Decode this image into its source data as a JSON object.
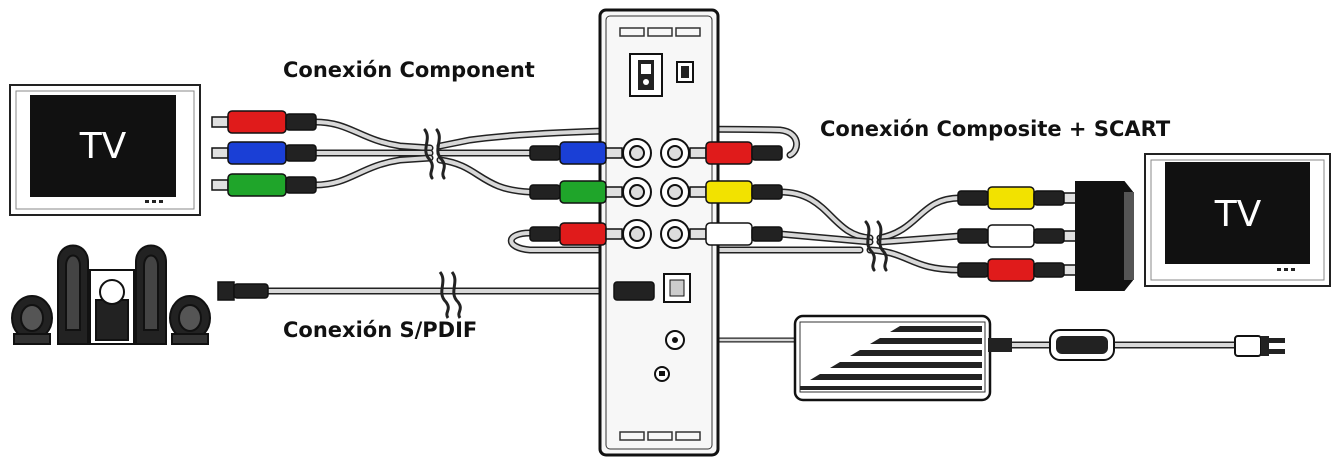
{
  "labels": {
    "component": "Conexión Component",
    "composite": "Conexión Composite + SCART",
    "spdif": "Conexión S/PDIF"
  },
  "tv_left": {
    "text": "TV"
  },
  "tv_right": {
    "text": "TV"
  },
  "colors": {
    "red": "#e01b1b",
    "blue": "#1a3fd6",
    "green": "#1fa52a",
    "yellow": "#f2e200",
    "white": "#ffffff",
    "black": "#111111",
    "outline": "#222222",
    "cable": "#bdbdbd"
  },
  "icons": {
    "power": "power-switch-icon",
    "usb": "usb-port-icon",
    "optical": "optical-port-icon",
    "dc": "dc-in-icon"
  }
}
